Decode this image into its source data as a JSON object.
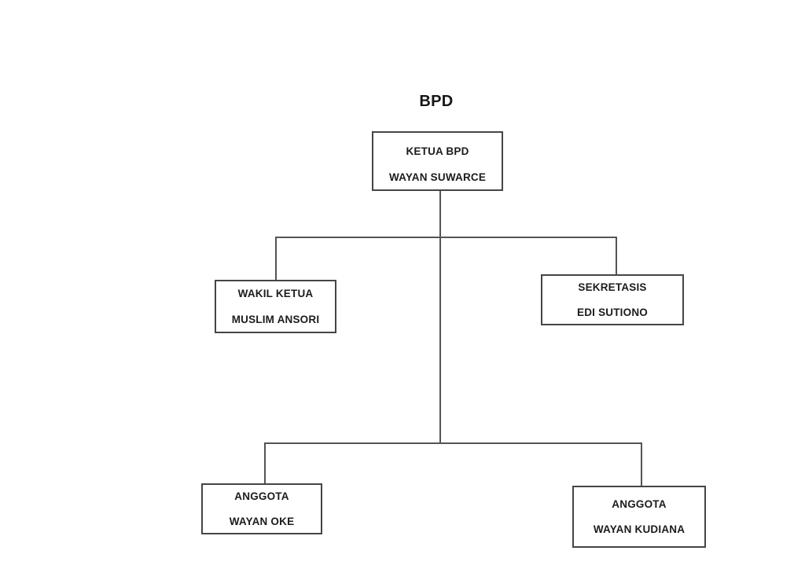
{
  "page": {
    "background_color": "#ffffff",
    "line_color": "#545454",
    "box_border_color": "#454545",
    "text_color": "#1c1c1c"
  },
  "chart": {
    "type": "org-chart",
    "title": "BPD",
    "nodes": [
      {
        "id": "ketua",
        "role": "KETUA BPD",
        "name": "WAYAN SUWARCE"
      },
      {
        "id": "wakil",
        "role": "WAKIL KETUA",
        "name": "MUSLIM ANSORI"
      },
      {
        "id": "sekretaris",
        "role": "SEKRETASIS",
        "name": "EDI SUTIONO"
      },
      {
        "id": "anggota-1",
        "role": "ANGGOTA",
        "name": "WAYAN OKE"
      },
      {
        "id": "anggota-2",
        "role": "ANGGOTA",
        "name": "WAYAN KUDIANA"
      }
    ],
    "edges": [
      {
        "from": "ketua",
        "to": "wakil"
      },
      {
        "from": "ketua",
        "to": "sekretaris"
      },
      {
        "from": "ketua",
        "to": "anggota-1"
      },
      {
        "from": "ketua",
        "to": "anggota-2"
      }
    ]
  }
}
